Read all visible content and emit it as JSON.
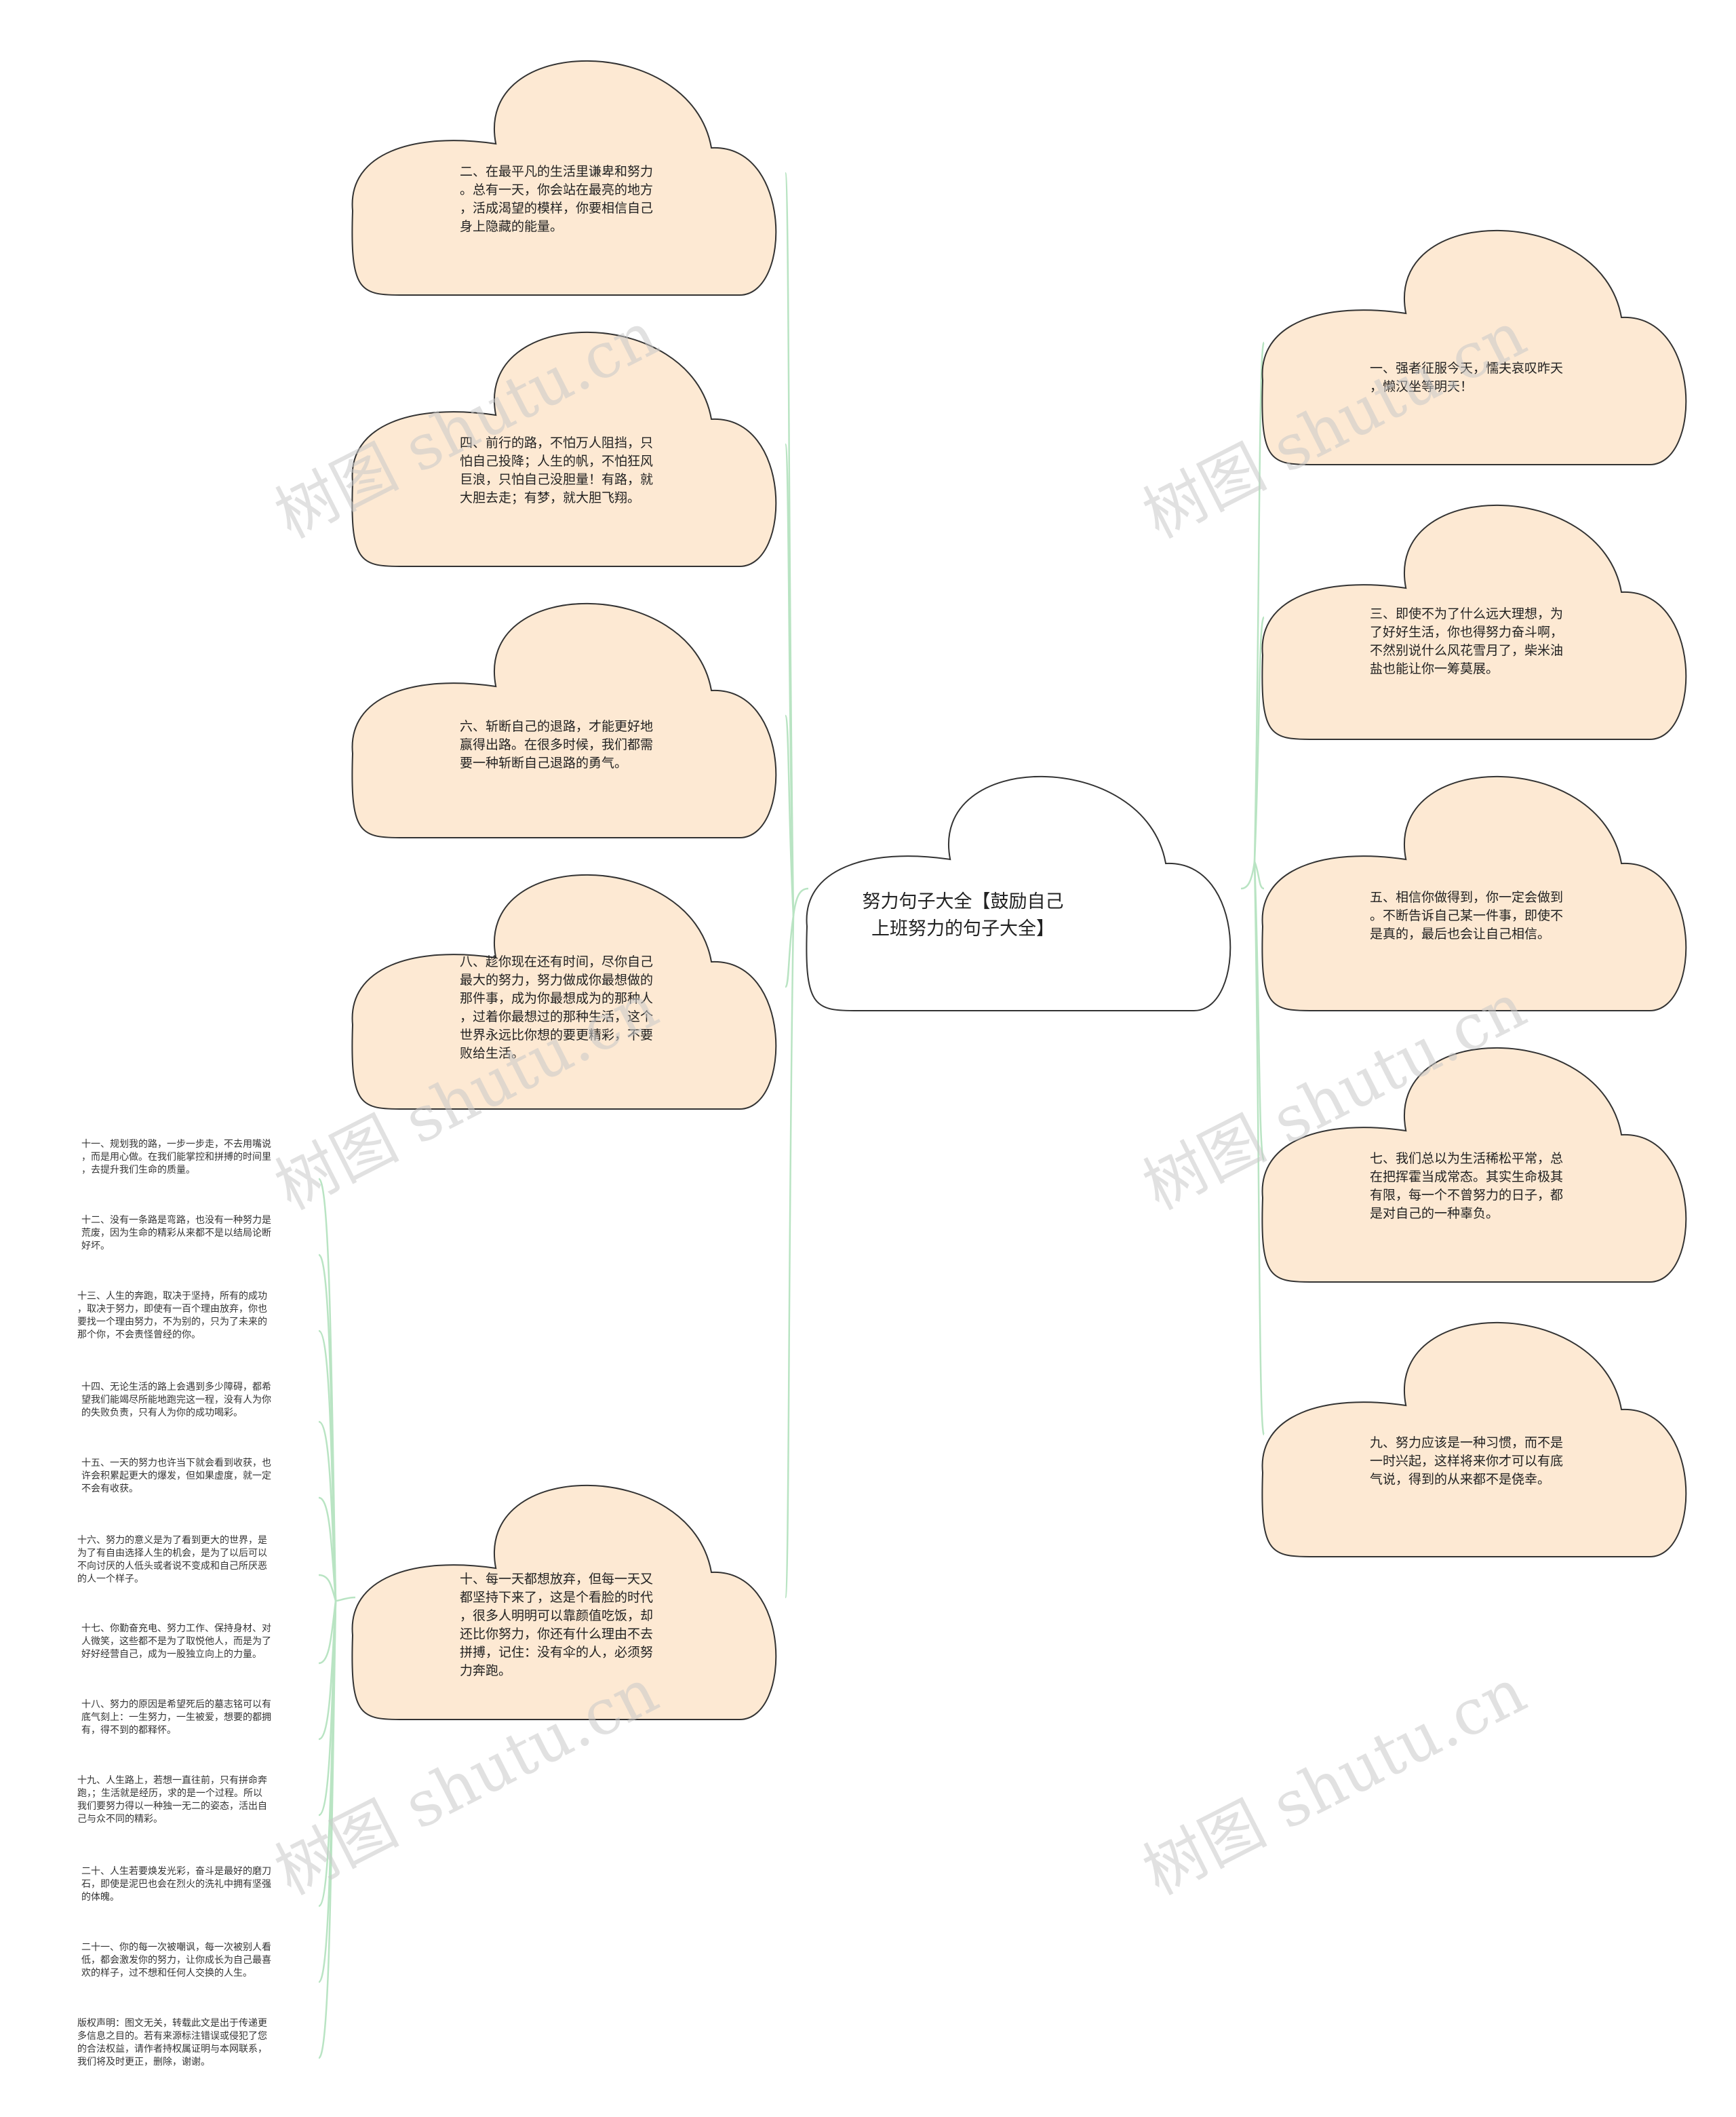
{
  "center": {
    "text": "努力句子大全【鼓励自己\n上班努力的句子大全】"
  },
  "left_nodes": [
    {
      "id": "n2",
      "text": "二、在最平凡的生活里谦卑和努力\n。总有一天，你会站在最亮的地方\n，活成渴望的模样，你要相信自己\n身上隐藏的能量。"
    },
    {
      "id": "n4",
      "text": "四、前行的路，不怕万人阻挡，只\n怕自己投降；人生的帆，不怕狂风\n巨浪，只怕自己没胆量！有路，就\n大胆去走；有梦，就大胆飞翔。"
    },
    {
      "id": "n6",
      "text": "六、斩断自己的退路，才能更好地\n赢得出路。在很多时候，我们都需\n要一种斩断自己退路的勇气。"
    },
    {
      "id": "n8",
      "text": "八、趁你现在还有时间，尽你自己\n最大的努力，努力做成你最想做的\n那件事，成为你最想成为的那种人\n，过着你最想过的那种生活，这个\n世界永远比你想的要更精彩，不要\n败给生活。"
    },
    {
      "id": "n10",
      "text": "十、每一天都想放弃，但每一天又\n都坚持下来了，这是个看脸的时代\n，很多人明明可以靠颜值吃饭，却\n还比你努力，你还有什么理由不去\n拼搏，记住：没有伞的人，必须努\n力奔跑。"
    }
  ],
  "right_nodes": [
    {
      "id": "n1",
      "text": "一、强者征服今天，懦夫哀叹昨天\n，懒汉坐等明天！"
    },
    {
      "id": "n3",
      "text": "三、即使不为了什么远大理想，为\n了好好生活，你也得努力奋斗啊，\n不然别说什么风花雪月了，柴米油\n盐也能让你一筹莫展。"
    },
    {
      "id": "n5",
      "text": "五、相信你做得到，你一定会做到\n。不断告诉自己某一件事，即使不\n是真的，最后也会让自己相信。"
    },
    {
      "id": "n7",
      "text": "七、我们总以为生活稀松平常，总\n在把挥霍当成常态。其实生命极其\n有限，每一个不曾努力的日子，都\n是对自己的一种辜负。"
    },
    {
      "id": "n9",
      "text": "九、努力应该是一种习惯，而不是\n一时兴起，这样将来你才可以有底\n气说，得到的从来都不是侥幸。"
    }
  ],
  "leaf_nodes": [
    {
      "id": "l11",
      "text": "十一、规划我的路，一步一步走，不去用嘴说\n，而是用心做。在我们能掌控和拼搏的时间里\n，去提升我们生命的质量。"
    },
    {
      "id": "l12",
      "text": "十二、没有一条路是弯路，也没有一种努力是\n荒废，因为生命的精彩从来都不是以结局论断\n好坏。"
    },
    {
      "id": "l13",
      "text": "十三、人生的奔跑，取决于坚持，所有的成功\n，取决于努力，即使有一百个理由放弃，你也\n要找一个理由努力，不为别的，只为了未来的\n那个你，不会责怪曾经的你。"
    },
    {
      "id": "l14",
      "text": "十四、无论生活的路上会遇到多少障碍，都希\n望我们能竭尽所能地跑完这一程，没有人为你\n的失败负责，只有人为你的成功喝彩。"
    },
    {
      "id": "l15",
      "text": "十五、一天的努力也许当下就会看到收获，也\n许会积累起更大的爆发，但如果虚度，就一定\n不会有收获。"
    },
    {
      "id": "l16",
      "text": "十六、努力的意义是为了看到更大的世界，是\n为了有自由选择人生的机会，是为了以后可以\n不向讨厌的人低头或者说不变成和自己所厌恶\n的人一个样子。"
    },
    {
      "id": "l17",
      "text": "十七、你勤奋充电、努力工作、保持身材、对\n人微笑，这些都不是为了取悦他人，而是为了\n好好经营自己，成为一股独立向上的力量。"
    },
    {
      "id": "l18",
      "text": "十八、努力的原因是希望死后的墓志铭可以有\n底气刻上：一生努力，一生被爱，想要的都拥\n有，得不到的都释怀。"
    },
    {
      "id": "l19",
      "text": "十九、人生路上，若想一直往前，只有拼命奔\n跑，；生活就是经历，求的是一个过程。所以\n我们要努力得以一种独一无二的姿态，活出自\n己与众不同的精彩。"
    },
    {
      "id": "l20",
      "text": "二十、人生若要焕发光彩，奋斗是最好的磨刀\n石，即使是泥巴也会在烈火的洗礼中拥有坚强\n的体魄。"
    },
    {
      "id": "l21",
      "text": "二十一、你的每一次被嘲讽，每一次被别人看\n低，都会激发你的努力，让你成长为自己最喜\n欢的样子，过不想和任何人交换的人生。"
    },
    {
      "id": "lcopy",
      "text": "版权声明：图文无关，转载此文是出于传递更\n多信息之目的。若有来源标注错误或侵犯了您\n的合法权益，请作者持权属证明与本网联系，\n我们将及时更正，删除，谢谢。"
    }
  ],
  "watermark": {
    "text": "树图 shutu.cn"
  },
  "colors": {
    "node_fill": "#fde9d3",
    "node_stroke": "#333333",
    "center_fill": "#ffffff",
    "link": "#b9e4c3"
  }
}
